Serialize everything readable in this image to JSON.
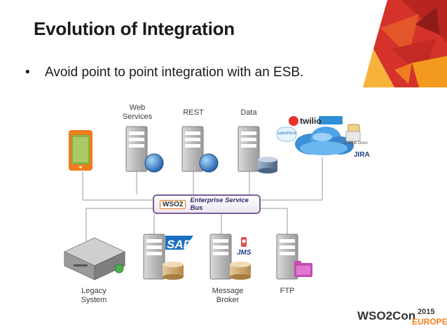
{
  "slide": {
    "title": "Evolution of Integration",
    "bullet": "Avoid point to point integration with an ESB."
  },
  "diagram": {
    "top_nodes": [
      {
        "id": "web",
        "label_line1": "Web",
        "label_line2": "Services"
      },
      {
        "id": "rest",
        "label_line1": "REST",
        "label_line2": ""
      },
      {
        "id": "data",
        "label_line1": "Data",
        "label_line2": ""
      }
    ],
    "bottom_nodes": [
      {
        "id": "legacy",
        "label_line1": "Legacy",
        "label_line2": "System"
      },
      {
        "id": "broker",
        "label_line1": "Message",
        "label_line2": "Broker"
      },
      {
        "id": "ftp",
        "label_line1": "FTP",
        "label_line2": ""
      }
    ],
    "esb": {
      "logo": "WSO2",
      "label": "Enterprise Service Bus"
    },
    "brands": {
      "sap": "SAP",
      "jms": "JMS",
      "twilio": "twilio",
      "jira": "JIRA",
      "salesforce": "salesforce",
      "google": "Google Docs"
    }
  },
  "footer": {
    "logo_main": "WSO2Con",
    "logo_year": "2015",
    "logo_sub": "EUROPE"
  },
  "icons": [
    "smartphone-icon",
    "server-icon",
    "globe-icon",
    "database-icon",
    "cloud-icon",
    "legacy-server-icon",
    "folder-icon"
  ],
  "colors": {
    "esb_border": "#7a5d99",
    "corner_red": "#d4322b",
    "corner_orange": "#f39a1e",
    "footer_orange": "#f58220"
  }
}
